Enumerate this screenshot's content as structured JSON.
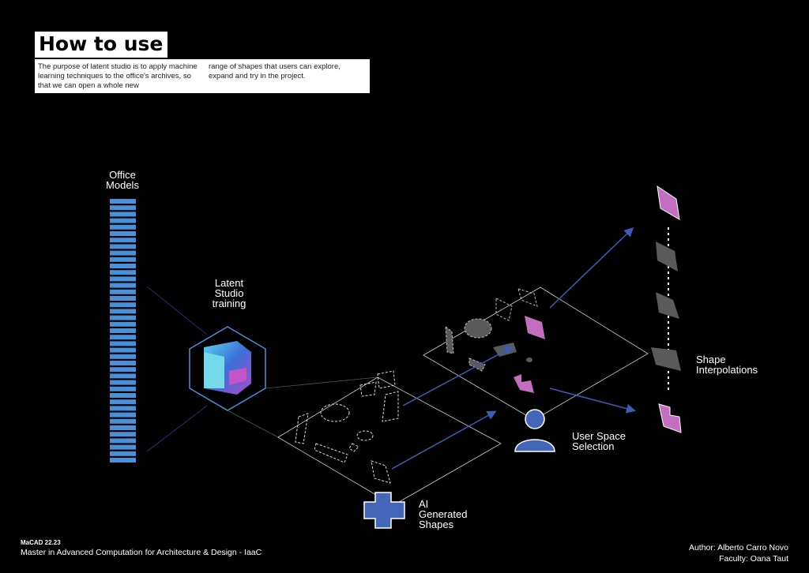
{
  "header": {
    "title": "How to use",
    "intro_col1": "The purpose of latent studio is to apply machine learning techniques to the office's archives, so that we can open a whole new",
    "intro_col2": "range of shapes that users can explore, expand and try in the project."
  },
  "labels": {
    "office_models": "Office Models",
    "latent_training": "Latent Studio training",
    "ai_generated": "AI Generated Shapes",
    "user_selection": "User Space Selection",
    "shape_interpolations": "Shape Interpolations"
  },
  "footer": {
    "program_tag": "MaCAD 22.23",
    "program_name": "Master in Advanced Computation for Architecture & Design - IaaC",
    "author": "Author: Alberto Carro Novo",
    "faculty": "Faculty: Oana Taut"
  },
  "colors": {
    "blue": "#4a90d9",
    "arrow": "#3f5bb5",
    "icon_blue": "#4466b8",
    "pink": "#c46ec0",
    "grey": "#5a5a5a"
  },
  "icons": [
    "stacked-models-icon",
    "latent-studio-logo-icon",
    "plus-icon",
    "user-icon"
  ]
}
